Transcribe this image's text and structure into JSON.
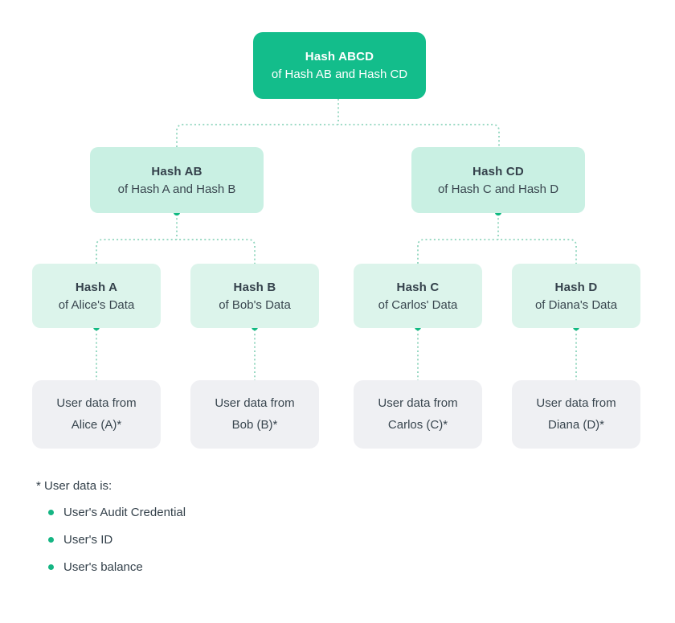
{
  "diagram": {
    "type": "merkle-tree",
    "colors": {
      "root_bg": "#13bd8b",
      "root_text": "#ffffff",
      "level2_bg": "#c9f0e3",
      "level3_bg": "#dcf4eb",
      "leaf_bg": "#eff0f3",
      "text_dark": "#34414b",
      "connector_line": "#8fd5bd",
      "connector_dot": "#10b981",
      "bullet_green": "#15b583"
    },
    "tree": {
      "root": {
        "title": "Hash ABCD",
        "subtitle": "of Hash AB and Hash CD"
      },
      "level2": [
        {
          "title": "Hash AB",
          "subtitle": "of Hash A and Hash B"
        },
        {
          "title": "Hash CD",
          "subtitle": "of Hash C and Hash D"
        }
      ],
      "level3": [
        {
          "title": "Hash A",
          "subtitle": "of Alice's Data"
        },
        {
          "title": "Hash B",
          "subtitle": "of Bob's Data"
        },
        {
          "title": "Hash C",
          "subtitle": "of Carlos' Data"
        },
        {
          "title": "Hash D",
          "subtitle": "of Diana's Data"
        }
      ],
      "leaves": [
        {
          "line1": "User data from",
          "line2": "Alice (A)*"
        },
        {
          "line1": "User data from",
          "line2": "Bob (B)*"
        },
        {
          "line1": "User data from",
          "line2": "Carlos (C)*"
        },
        {
          "line1": "User data from",
          "line2": "Diana (D)*"
        }
      ]
    },
    "legend": {
      "heading": "* User data is:",
      "items": [
        "User's Audit Credential",
        "User's ID",
        "User's balance"
      ]
    }
  }
}
